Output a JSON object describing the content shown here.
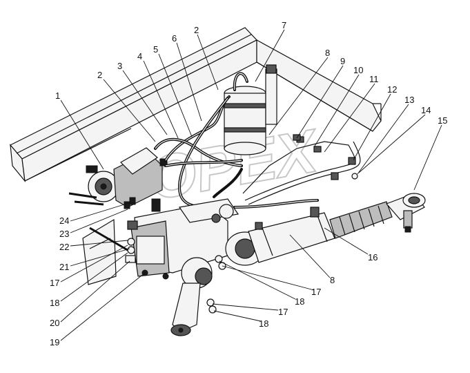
{
  "watermark_text": "OPEX",
  "callouts": [
    {
      "id": "c1",
      "label": "1"
    },
    {
      "id": "c2a",
      "label": "2"
    },
    {
      "id": "c2b",
      "label": "2"
    },
    {
      "id": "c3",
      "label": "3"
    },
    {
      "id": "c4",
      "label": "4"
    },
    {
      "id": "c5",
      "label": "5"
    },
    {
      "id": "c6",
      "label": "6"
    },
    {
      "id": "c7",
      "label": "7"
    },
    {
      "id": "c8a",
      "label": "8"
    },
    {
      "id": "c8b",
      "label": "8"
    },
    {
      "id": "c9",
      "label": "9"
    },
    {
      "id": "c10",
      "label": "10"
    },
    {
      "id": "c11",
      "label": "11"
    },
    {
      "id": "c12",
      "label": "12"
    },
    {
      "id": "c13",
      "label": "13"
    },
    {
      "id": "c14",
      "label": "14"
    },
    {
      "id": "c15",
      "label": "15"
    },
    {
      "id": "c16",
      "label": "16"
    },
    {
      "id": "c17a",
      "label": "17"
    },
    {
      "id": "c17b",
      "label": "17"
    },
    {
      "id": "c17c",
      "label": "17"
    },
    {
      "id": "c18a",
      "label": "18"
    },
    {
      "id": "c18b",
      "label": "18"
    },
    {
      "id": "c18c",
      "label": "18"
    },
    {
      "id": "c19",
      "label": "19"
    },
    {
      "id": "c20",
      "label": "20"
    },
    {
      "id": "c21",
      "label": "21"
    },
    {
      "id": "c22",
      "label": "22"
    },
    {
      "id": "c23",
      "label": "23"
    },
    {
      "id": "c24",
      "label": "24"
    }
  ]
}
